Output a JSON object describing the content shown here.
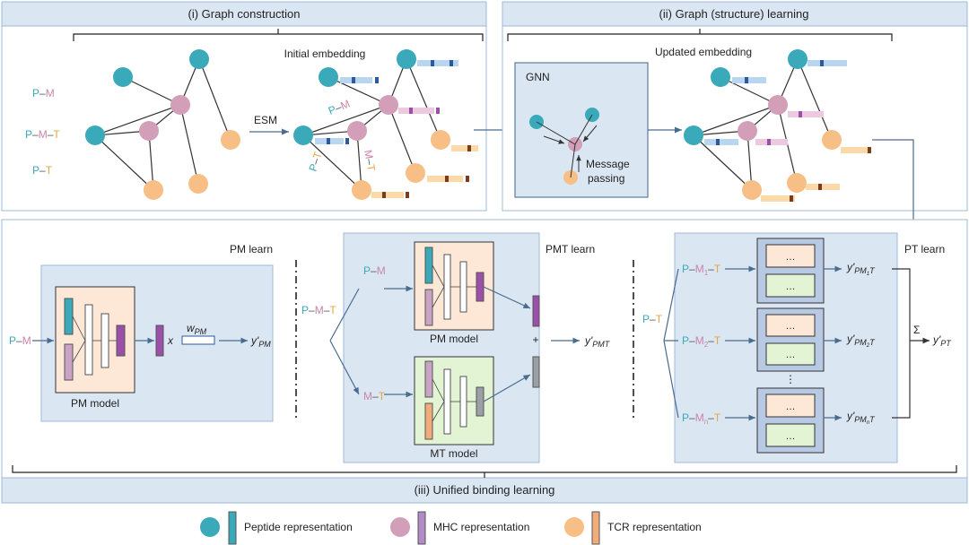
{
  "panels": {
    "graph_construction": "(i) Graph construction",
    "graph_learning": "(ii) Graph (structure) learning",
    "unified": "(iii) Unified binding learning"
  },
  "graph": {
    "initial_embedding": "Initial embedding",
    "updated_embedding": "Updated embedding",
    "esm": "ESM",
    "gnn": "GNN",
    "message_passing_1": "Message",
    "message_passing_2": "passing",
    "edge_pm": "P–M",
    "edge_pt": "P–T",
    "edge_mt": "M–T"
  },
  "pair_types": [
    {
      "parts": [
        "P",
        "–",
        "M"
      ]
    },
    {
      "parts": [
        "P",
        "–",
        "M",
        "–",
        "T"
      ]
    },
    {
      "parts": [
        "P",
        "–",
        "T"
      ]
    }
  ],
  "pm_learn": {
    "title": "PM learn",
    "input_p": "P",
    "input_dash": "–",
    "input_m": "M",
    "model_label": "PM model",
    "x_label": "x",
    "weight_main": "w",
    "weight_sub": "PM",
    "output_main": "y'",
    "output_sub": "PM"
  },
  "pmt_learn": {
    "title": "PMT learn",
    "input": [
      "P",
      "–",
      "M",
      "–",
      "T"
    ],
    "branch_pm": [
      "P",
      "–",
      "M"
    ],
    "branch_mt": [
      "M",
      "–",
      "T"
    ],
    "pm_model_label": "PM model",
    "mt_model_label": "MT model",
    "plus": "+",
    "output_main": "y'",
    "output_sub": "PMT"
  },
  "pt_learn": {
    "title": "PT learn",
    "input": [
      "P",
      "–",
      "T"
    ],
    "rows": [
      {
        "m_sub": "1",
        "out_sub": "PM",
        "out_sub2": "1",
        "out_sub3": "T"
      },
      {
        "m_sub": "2",
        "out_sub": "PM",
        "out_sub2": "2",
        "out_sub3": "T"
      },
      {
        "m_sub": "n",
        "out_sub": "PM",
        "out_sub2": "n",
        "out_sub3": "T"
      }
    ],
    "ellipsis": "…",
    "vdots": "⋮",
    "sum": "Σ",
    "output_main": "y'",
    "output_sub": "PT"
  },
  "legend": [
    {
      "label": "Peptide representation",
      "color": "#3aa9b9",
      "bar": "#3aa9b9"
    },
    {
      "label": "MHC representation",
      "color": "#d39fb8",
      "bar": "#b38ac8"
    },
    {
      "label": "TCR representation",
      "color": "#f7bf86",
      "bar": "#f0ad7a"
    }
  ],
  "colors": {
    "peptide": "#3aa9b9",
    "mhc": "#d39fb8",
    "tcr": "#f7bf86",
    "panel_bg": "#dbe6f3",
    "panel_border": "#9fb8d6",
    "pm_model_bg": "#fde8d7",
    "mt_model_bg": "#e3f4d5",
    "purple": "#9b4fa8"
  }
}
